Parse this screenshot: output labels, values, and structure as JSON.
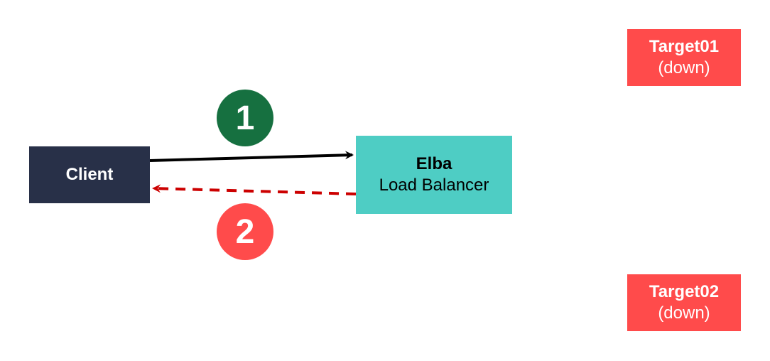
{
  "nodes": {
    "client": {
      "label": "Client"
    },
    "load_balancer": {
      "title": "Elba",
      "subtitle": "Load Balancer"
    },
    "target01": {
      "title": "Target01",
      "status": "(down)"
    },
    "target02": {
      "title": "Target02",
      "status": "(down)"
    }
  },
  "steps": [
    {
      "number": "1"
    },
    {
      "number": "2"
    }
  ],
  "colors": {
    "client_fill": "#283048",
    "load_balancer_fill": "#4ecdc4",
    "target_down_fill": "#ff4b4b",
    "step1_fill": "#167040",
    "step2_fill": "#ff4b4b",
    "request_arrow": "#000000",
    "response_arrow": "#cc0000"
  }
}
